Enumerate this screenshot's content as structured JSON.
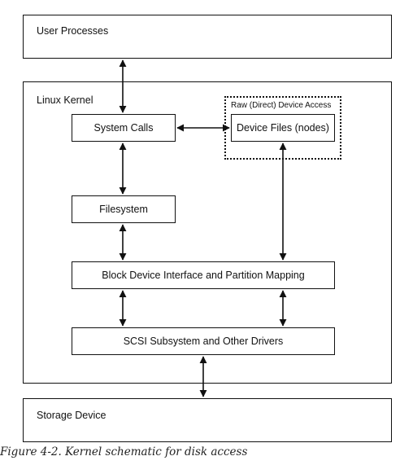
{
  "diagram": {
    "user_processes": "User Processes",
    "linux_kernel": "Linux Kernel",
    "raw_access": "Raw (Direct) Device Access",
    "system_calls": "System Calls",
    "device_files": "Device Files (nodes)",
    "filesystem": "Filesystem",
    "block_device": "Block Device Interface and Partition Mapping",
    "scsi": "SCSI Subsystem and Other Drivers",
    "storage_device": "Storage Device"
  },
  "caption": "Figure 4-2. Kernel schematic for disk access"
}
